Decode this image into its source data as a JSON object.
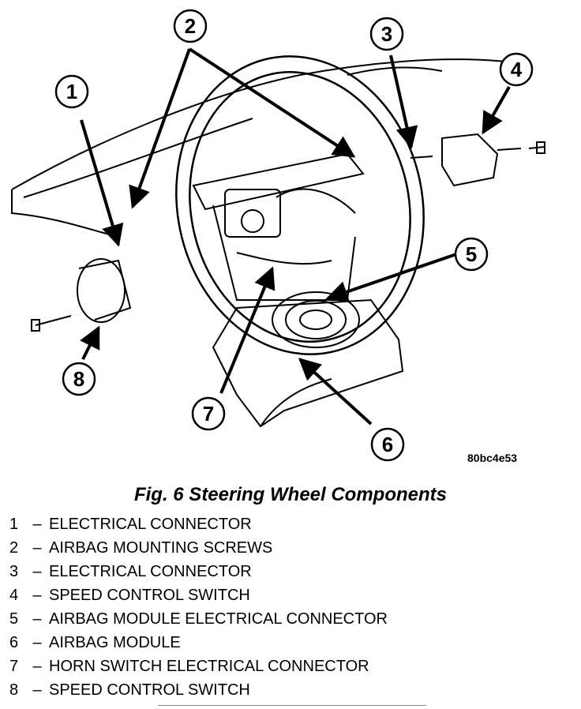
{
  "figure": {
    "code": "80bc4e53",
    "caption": "Fig. 6 Steering Wheel Components"
  },
  "callouts": [
    {
      "number": "1"
    },
    {
      "number": "2"
    },
    {
      "number": "3"
    },
    {
      "number": "4"
    },
    {
      "number": "5"
    },
    {
      "number": "6"
    },
    {
      "number": "7"
    },
    {
      "number": "8"
    }
  ],
  "legend": [
    {
      "number": "1",
      "dash": "–",
      "label": "ELECTRICAL CONNECTOR"
    },
    {
      "number": "2",
      "dash": "–",
      "label": "AIRBAG MOUNTING SCREWS"
    },
    {
      "number": "3",
      "dash": "–",
      "label": "ELECTRICAL CONNECTOR"
    },
    {
      "number": "4",
      "dash": "–",
      "label": "SPEED CONTROL SWITCH"
    },
    {
      "number": "5",
      "dash": "–",
      "label": "AIRBAG MODULE ELECTRICAL CONNECTOR"
    },
    {
      "number": "6",
      "dash": "–",
      "label": "AIRBAG MODULE"
    },
    {
      "number": "7",
      "dash": "–",
      "label": "HORN SWITCH ELECTRICAL CONNECTOR"
    },
    {
      "number": "8",
      "dash": "–",
      "label": "SPEED CONTROL SWITCH"
    }
  ]
}
